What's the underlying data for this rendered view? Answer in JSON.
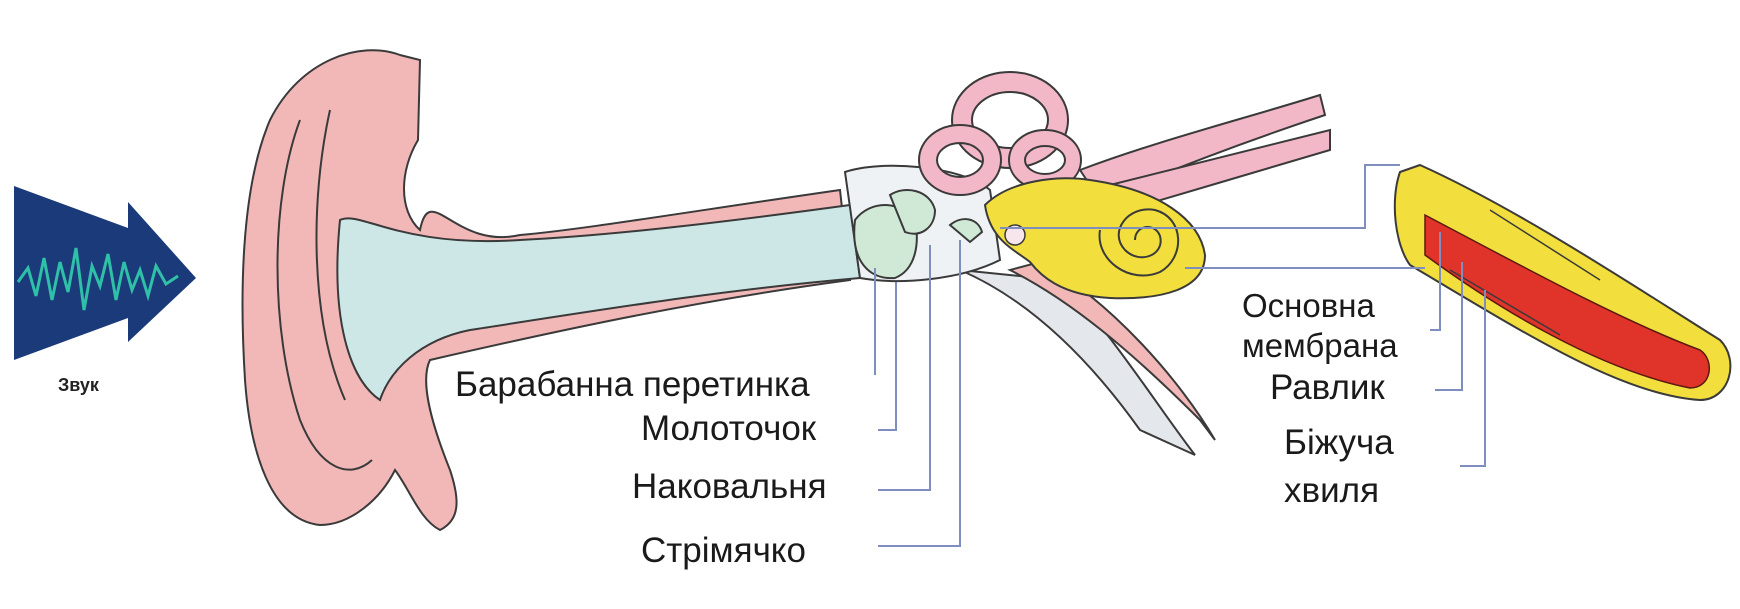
{
  "labels": {
    "sound": "Звук",
    "eardrum": "Барабанна перетинка",
    "malleus": "Молоточок",
    "incus": "Наковальня",
    "stapes": "Стрімячко",
    "basilar_line1": "Основна",
    "basilar_line2": "мембрана",
    "cochlea": "Равлик",
    "wave_line1": "Біжуча",
    "wave_line2": "хвиля"
  },
  "colors": {
    "ear_skin": "#f2b8b8",
    "canal_fluid": "#cde6e6",
    "ossicles": "#cfe9d6",
    "cochlea": "#f2de3c",
    "wave": "#e0332a",
    "leader_line": "#7e8fbf",
    "sound_wave": "#1a3a7a",
    "sound_signal": "#2fc0a8"
  }
}
